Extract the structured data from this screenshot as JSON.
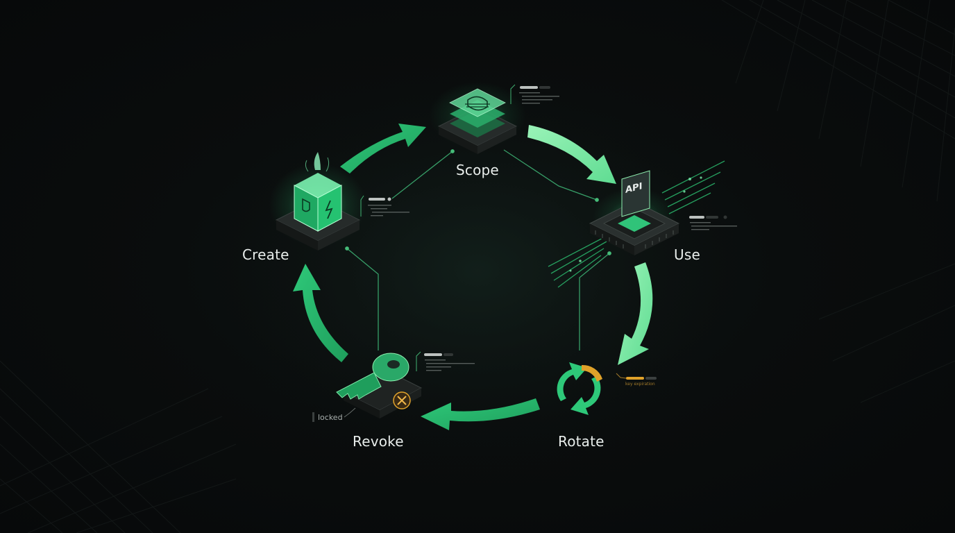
{
  "stages": [
    {
      "id": "create",
      "label": "Create"
    },
    {
      "id": "scope",
      "label": "Scope"
    },
    {
      "id": "use",
      "label": "Use"
    },
    {
      "id": "rotate",
      "label": "Rotate"
    },
    {
      "id": "revoke",
      "label": "Revoke"
    }
  ],
  "use_chip": {
    "text": "API"
  },
  "revoke_note": "locked",
  "rotate_note": "key expiration",
  "colors": {
    "background": "#0a0c0c",
    "accent_green": "#2fd07a",
    "light_green": "#8ff0b0",
    "warning_amber": "#e0a22a",
    "label_text": "#e9eeec"
  },
  "icons": {
    "create": "glowing-cube-icon",
    "scope": "layered-lock-icon",
    "use": "api-chip-icon",
    "rotate": "rotate-arrows-icon",
    "revoke": "key-with-x-icon"
  }
}
